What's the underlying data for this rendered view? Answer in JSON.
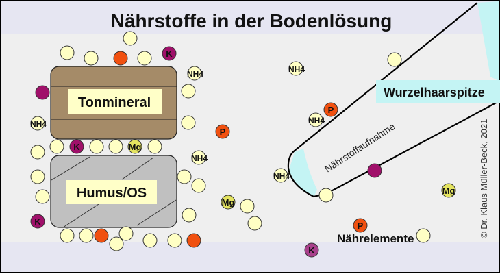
{
  "title": "Nährstoffe in der Bodenlösung",
  "labels": {
    "clay": "Tonmineral",
    "humus": "Humus/OS",
    "root_tip": "Wurzelhaarspitze",
    "uptake": "Nährstoffaufnahme",
    "nutrients": "Nährelemente",
    "copyright": "© Dr. Klaus Müller-Beck, 2021"
  },
  "ion_labels": {
    "K": "K",
    "P": "P",
    "Mg": "Mg",
    "NH4": "NH4"
  },
  "colors": {
    "band": "#e6e6f2",
    "soil": "#efefef",
    "clay": "#a58b68",
    "humus": "#c0c0c0",
    "label_box": "#ffffc8",
    "root_tip": "#c4f4f4",
    "ion_plain": "#ffffc4",
    "K": "#a0106a",
    "P": "#f05010",
    "Mg": "#e4e460"
  }
}
